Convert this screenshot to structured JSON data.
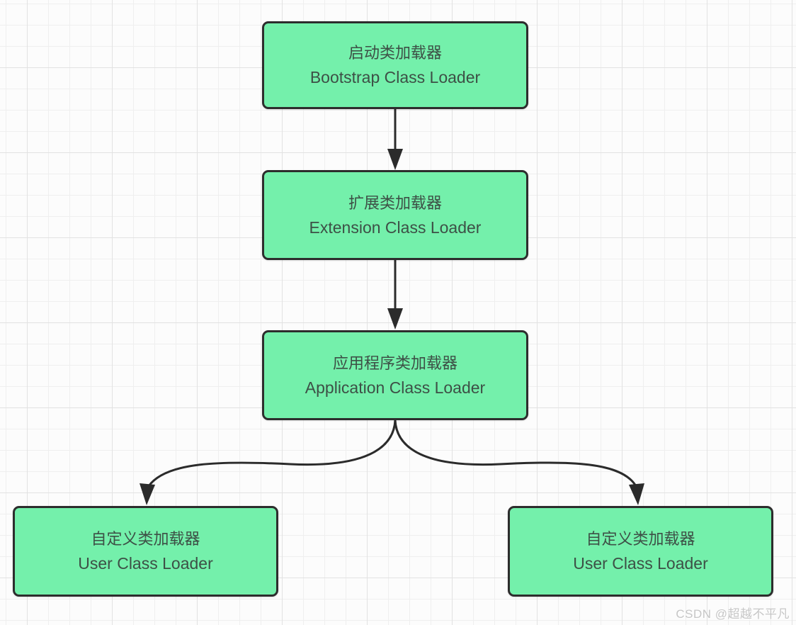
{
  "diagram": {
    "type": "flowchart",
    "topic": "Java class loader hierarchy",
    "nodes": [
      {
        "id": "bootstrap",
        "zh": "启动类加载器",
        "en": "Bootstrap Class Loader"
      },
      {
        "id": "extension",
        "zh": "扩展类加载器",
        "en": "Extension Class Loader"
      },
      {
        "id": "application",
        "zh": "应用程序类加载器",
        "en": "Application Class Loader"
      },
      {
        "id": "user-left",
        "zh": "自定义类加载器",
        "en": "User Class Loader"
      },
      {
        "id": "user-right",
        "zh": "自定义类加载器",
        "en": "User Class Loader"
      }
    ],
    "edges": [
      {
        "from": "bootstrap",
        "to": "extension",
        "style": "straight-arrow-down"
      },
      {
        "from": "extension",
        "to": "application",
        "style": "straight-arrow-down"
      },
      {
        "from": "application",
        "to": "user-left",
        "style": "curved-arrow-down-left"
      },
      {
        "from": "application",
        "to": "user-right",
        "style": "curved-arrow-down-right"
      }
    ],
    "colors": {
      "node_fill": "#74f0ab",
      "node_border": "#2d2d2d",
      "node_text": "#3d5046",
      "arrow": "#2b2b2b",
      "background": "#fcfcfc",
      "grid_minor": "#efefef",
      "grid_major": "#e2e2e2",
      "watermark_text_color": "#c6c6c6"
    }
  },
  "watermark": {
    "text": "CSDN @超越不平凡"
  }
}
